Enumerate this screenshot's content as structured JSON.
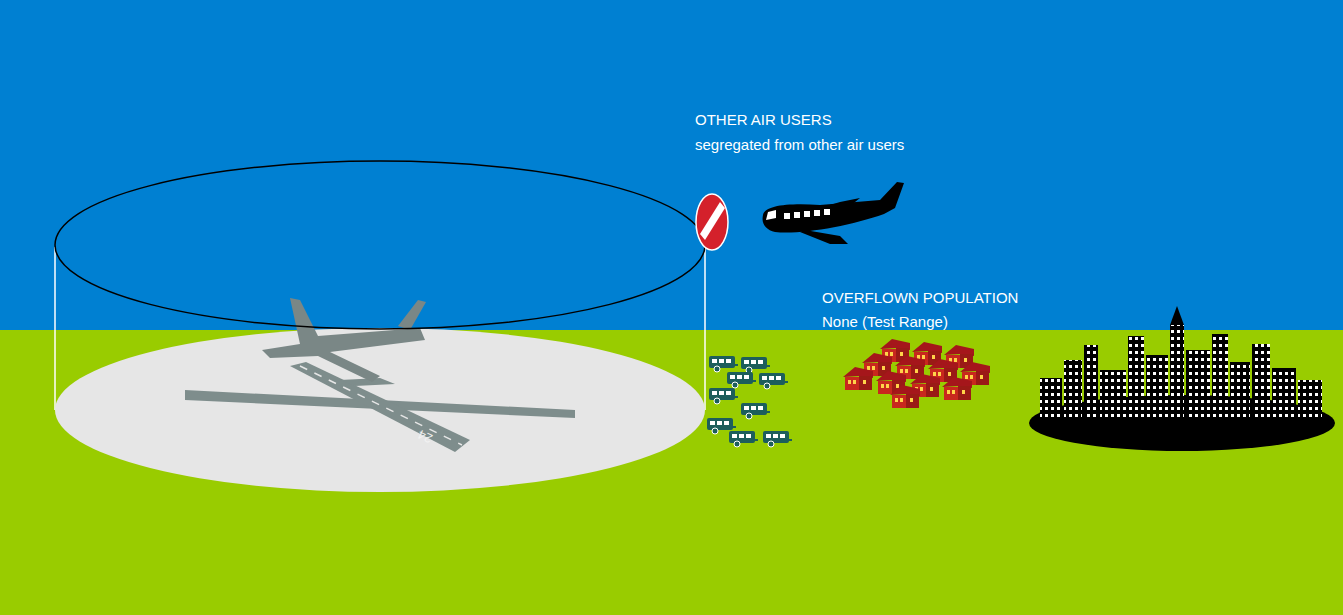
{
  "diagram": {
    "labels": [
      "OTHER AIR USERS",
      "segregated from other air users",
      "OVERFLOWN POPULATION",
      "None (Test Range)",
      "24"
    ]
  }
}
